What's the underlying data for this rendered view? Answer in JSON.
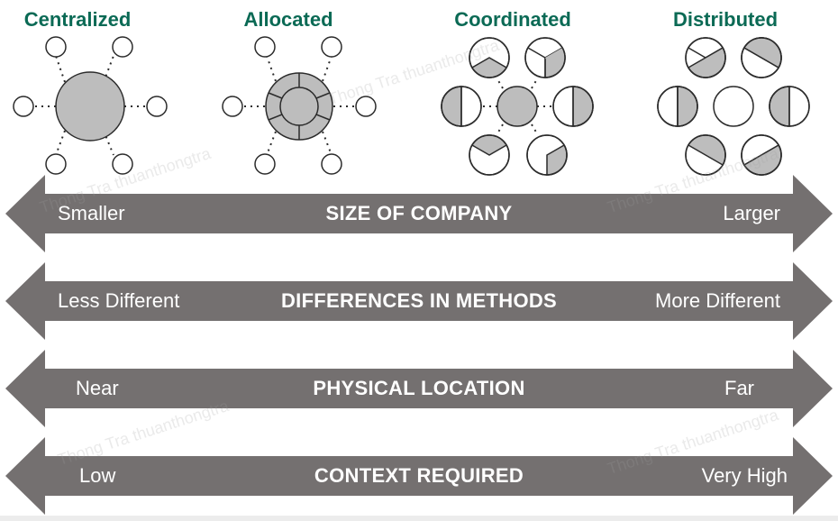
{
  "colors": {
    "title_green": "#0b6a55",
    "arrow_gray": "#747070",
    "node_fill": "#bdbdbd",
    "node_stroke": "#2b2b2b",
    "label_white": "#ffffff"
  },
  "models": [
    {
      "title": "Centralized",
      "icon": "centralized-hub-icon"
    },
    {
      "title": "Allocated",
      "icon": "allocated-segmented-hub-icon"
    },
    {
      "title": "Coordinated",
      "icon": "coordinated-network-icon"
    },
    {
      "title": "Distributed",
      "icon": "distributed-nodes-icon"
    }
  ],
  "scales": [
    {
      "left": "Smaller",
      "center": "SIZE OF COMPANY",
      "right": "Larger"
    },
    {
      "left": "Less Different",
      "center": "DIFFERENCES IN METHODS",
      "right": "More Different"
    },
    {
      "left": "Near",
      "center": "PHYSICAL LOCATION",
      "right": "Far"
    },
    {
      "left": "Low",
      "center": "CONTEXT REQUIRED",
      "right": "Very High"
    }
  ],
  "watermark": "Thong Tra thuanthongtra"
}
